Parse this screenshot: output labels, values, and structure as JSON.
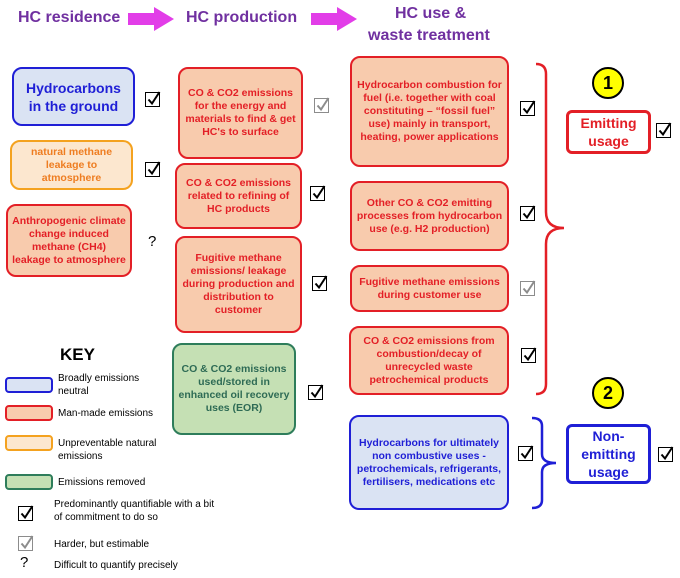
{
  "headers": {
    "residence": "HC residence",
    "production": "HC production",
    "use": "HC use &",
    "use_line2": "waste treatment"
  },
  "residence": {
    "ground": "Hydrocarbons in the ground",
    "natural_methane": "natural methane leakage to atmosphere",
    "anthropogenic": "Anthropogenic climate change induced methane (CH4) leakage to atmosphere",
    "anthropogenic_mark": "?"
  },
  "production": {
    "find": "CO & CO2 emissions for the energy and materials to find & get HC's to surface",
    "refining": "CO & CO2 emissions related to refining of HC products",
    "fugitive": "Fugitive methane emissions/ leakage during production and distribution to customer",
    "eor": "CO & CO2 emissions used/stored in enhanced oil recovery uses (EOR)"
  },
  "use": {
    "combustion": "Hydrocarbon combustion for fuel (i.e. together with coal constituting – “fossil fuel” use) mainly in transport, heating, power applications",
    "other": "Other CO & CO2 emitting processes from hydrocarbon use (e.g. H2 production)",
    "fugitive_use": "Fugitive methane emissions during customer use",
    "waste": "CO & CO2 emissions from combustion/decay of unrecycled waste petrochemical products",
    "non_combustive": "Hydrocarbons for ultimately non combustive uses - petrochemicals, refrigerants, fertilisers, medications etc"
  },
  "usage": {
    "one": "1",
    "emitting": "Emitting usage",
    "two": "2",
    "non_emitting": "Non-emitting usage"
  },
  "key": {
    "title": "KEY",
    "neutral": "Broadly emissions neutral",
    "manmade": "Man-made emissions",
    "natural": "Unpreventable natural emissions",
    "removed": "Emissions removed",
    "quantifiable": "Predominantly quantifiable with a bit of commitment to do so",
    "harder": "Harder, but estimable",
    "difficult": "Difficult to quantify precisely",
    "difficult_mark": "?"
  },
  "colors": {
    "header": "#7030a0",
    "manmade": "#f8cbad",
    "manmade_border": "#e31f26",
    "neutral": "#dae3f3",
    "neutral_border": "#1f1fd6",
    "natural": "#fce7cf",
    "natural_border": "#f4a21f",
    "removed": "#c5e0b4",
    "removed_border": "#2e7d5b"
  }
}
